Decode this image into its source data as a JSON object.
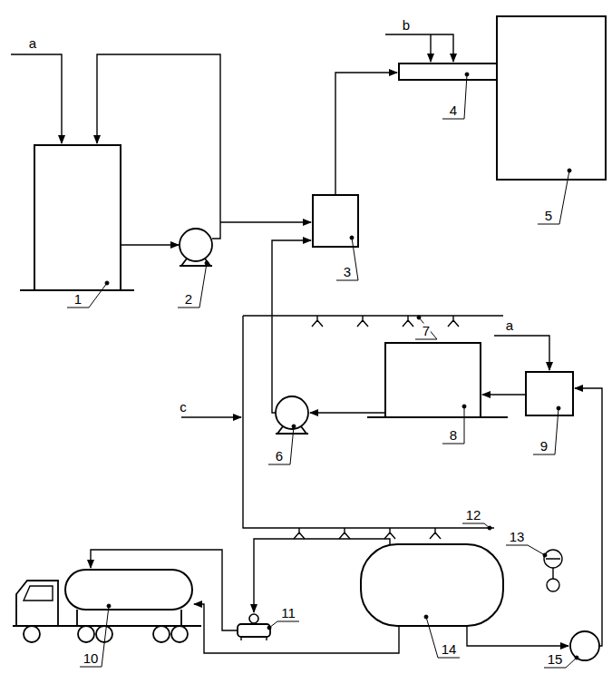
{
  "diagram": {
    "labels": [
      "a",
      "b",
      "a",
      "c",
      "1",
      "2",
      "3",
      "4",
      "5",
      "7",
      "6",
      "8",
      "9",
      "13",
      "12",
      "10",
      "11",
      "14",
      "15"
    ]
  }
}
